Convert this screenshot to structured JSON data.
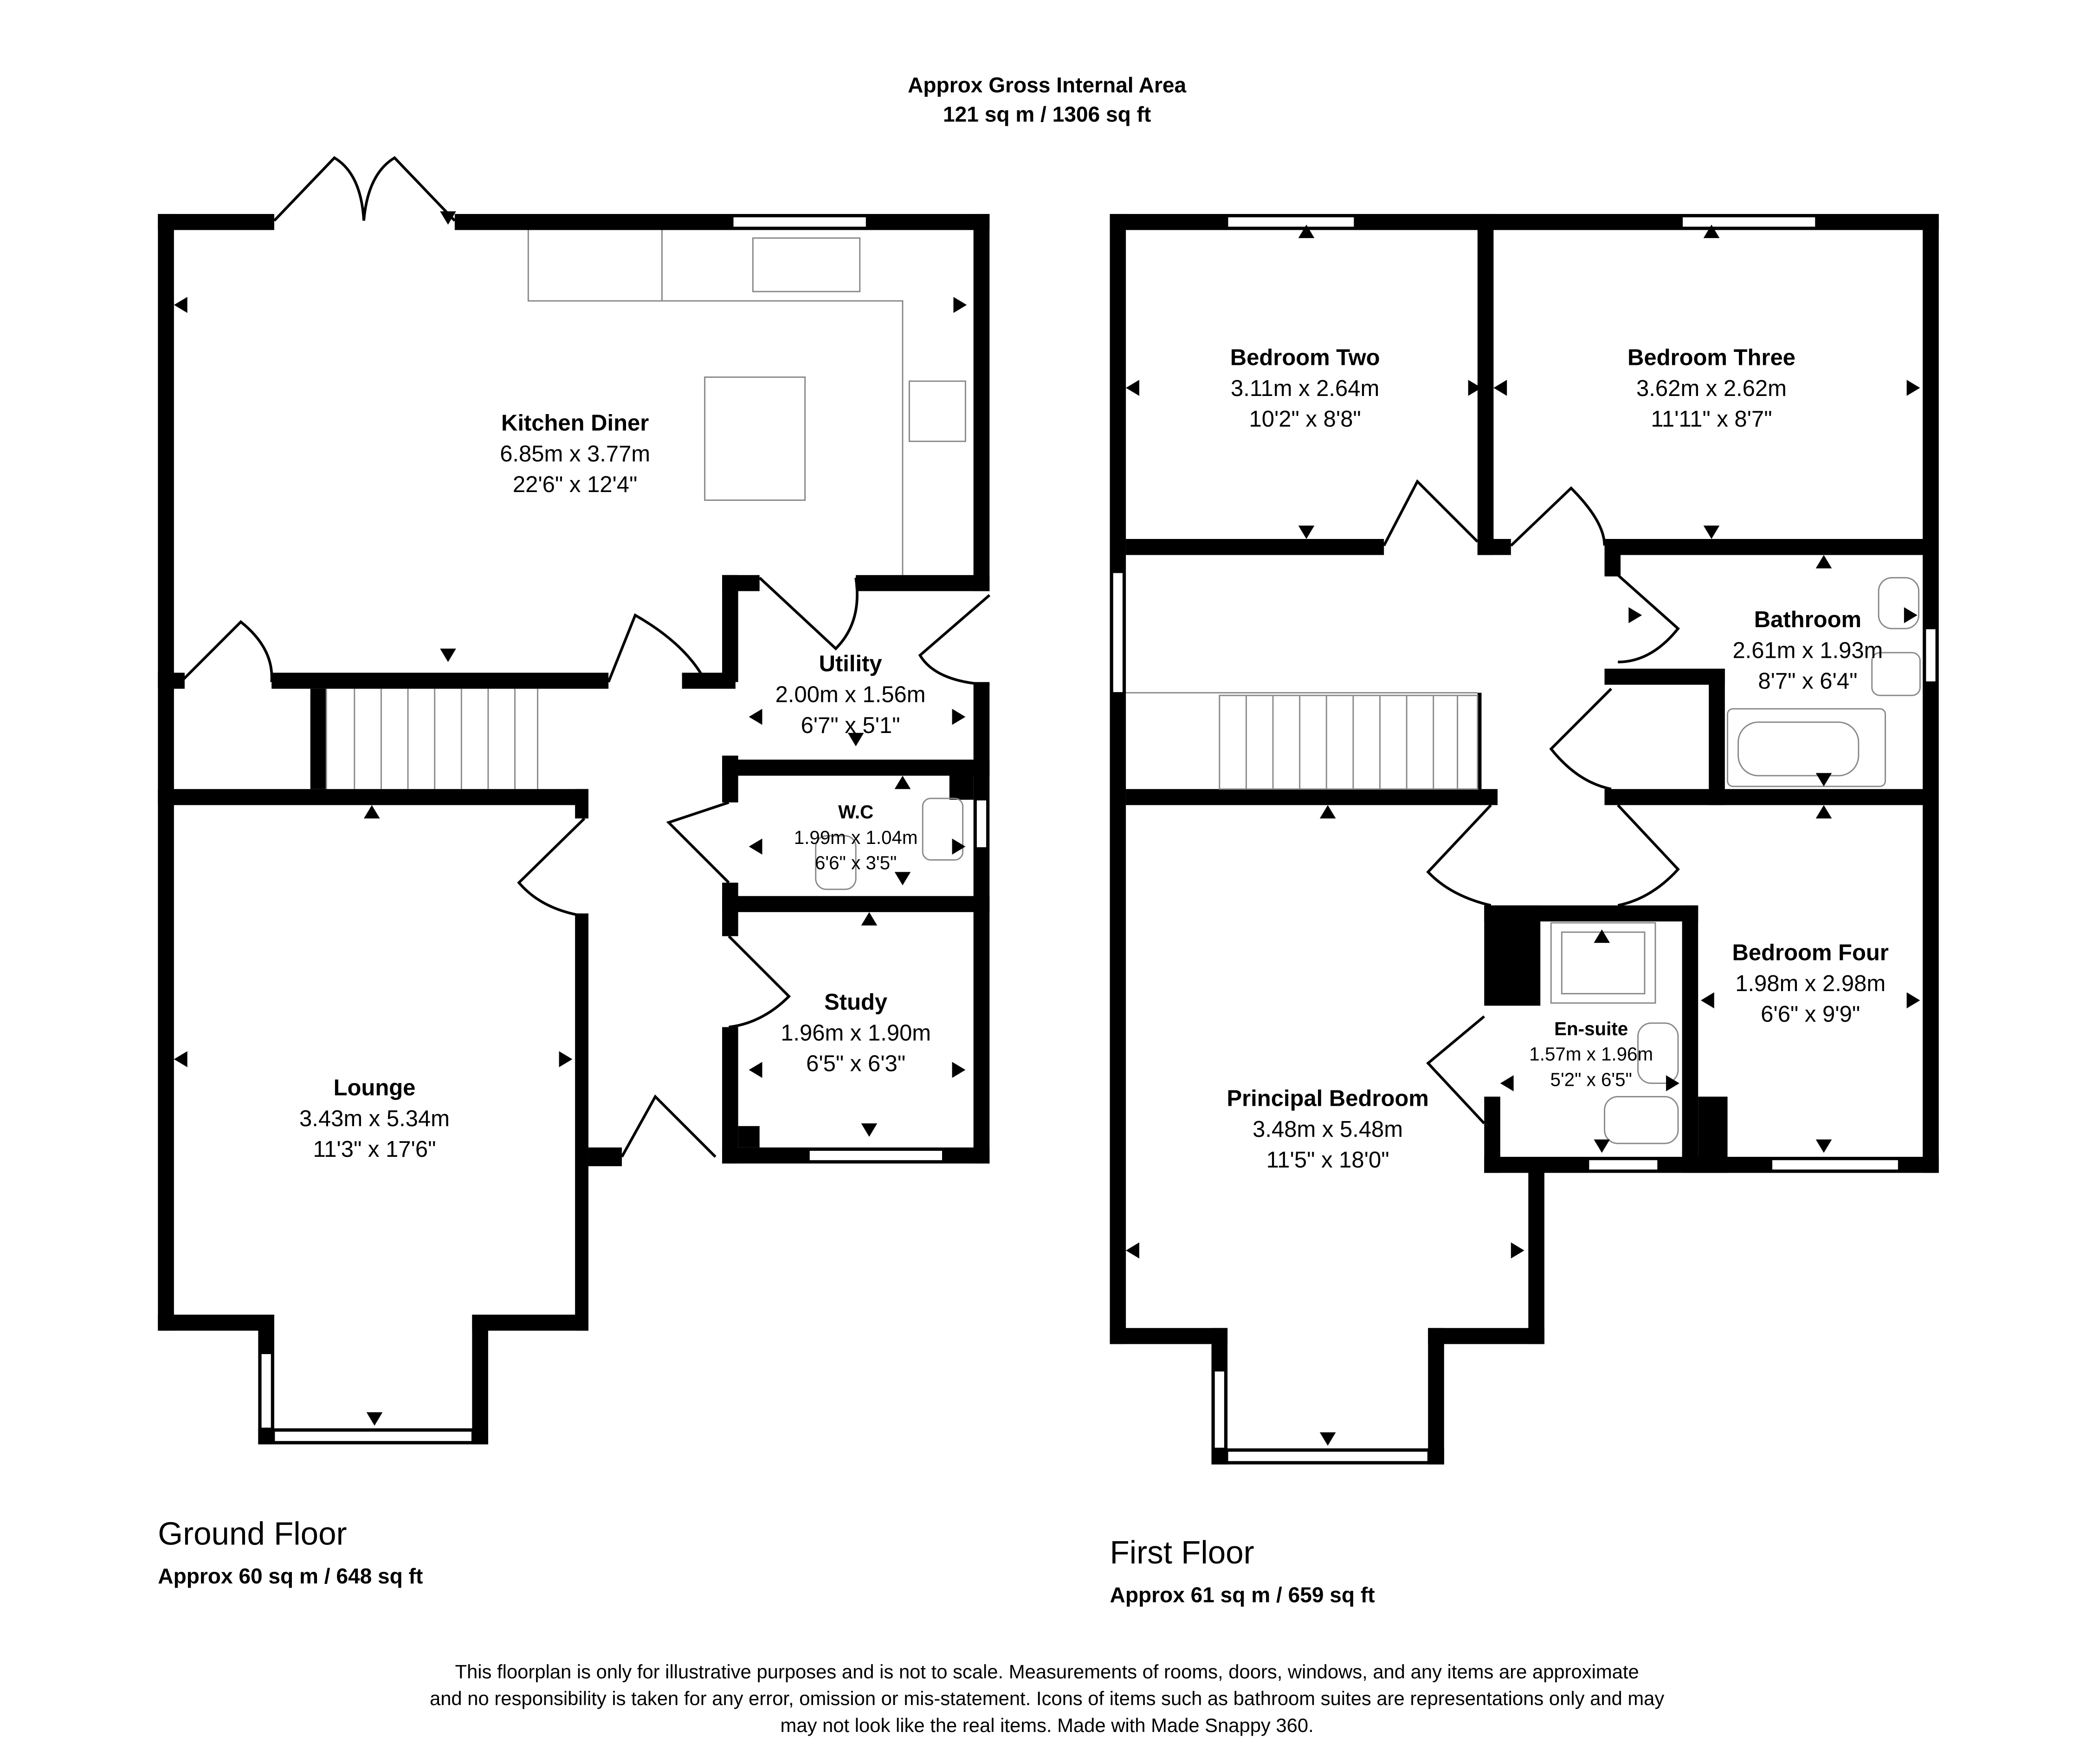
{
  "header": {
    "title": "Approx Gross Internal Area",
    "area": "121 sq m / 1306 sq ft"
  },
  "ground_floor": {
    "label": "Ground Floor",
    "area": "Approx 60 sq m / 648 sq ft",
    "rooms": [
      {
        "name": "Kitchen Diner",
        "metric": "6.85m x 3.77m",
        "imperial": "22'6\" x 12'4\""
      },
      {
        "name": "Utility",
        "metric": "2.00m x 1.56m",
        "imperial": "6'7\" x 5'1\""
      },
      {
        "name": "W.C",
        "metric": "1.99m x 1.04m",
        "imperial": "6'6\" x 3'5\""
      },
      {
        "name": "Study",
        "metric": "1.96m x 1.90m",
        "imperial": "6'5\" x 6'3\""
      },
      {
        "name": "Lounge",
        "metric": "3.43m x 5.34m",
        "imperial": "11'3\" x 17'6\""
      }
    ]
  },
  "first_floor": {
    "label": "First Floor",
    "area": "Approx 61 sq m / 659 sq ft",
    "rooms": [
      {
        "name": "Bedroom Two",
        "metric": "3.11m x 2.64m",
        "imperial": "10'2\" x 8'8\""
      },
      {
        "name": "Bedroom Three",
        "metric": "3.62m x 2.62m",
        "imperial": "11'11\" x 8'7\""
      },
      {
        "name": "Bathroom",
        "metric": "2.61m x 1.93m",
        "imperial": "8'7\" x 6'4\""
      },
      {
        "name": "Bedroom Four",
        "metric": "1.98m x 2.98m",
        "imperial": "6'6\" x 9'9\""
      },
      {
        "name": "En-suite",
        "metric": "1.57m x 1.96m",
        "imperial": "5'2\" x 6'5\""
      },
      {
        "name": "Principal Bedroom",
        "metric": "3.48m x 5.48m",
        "imperial": "11'5\" x 18'0\""
      }
    ]
  },
  "disclaimer": [
    "This floorplan is only for illustrative purposes and is not to scale. Measurements of rooms, doors, windows, and any items are approximate",
    "and no responsibility is taken for any error, omission or mis-statement. Icons of items such as bathroom suites are representations only and may",
    "may not look like the real items. Made with Made Snappy 360."
  ]
}
